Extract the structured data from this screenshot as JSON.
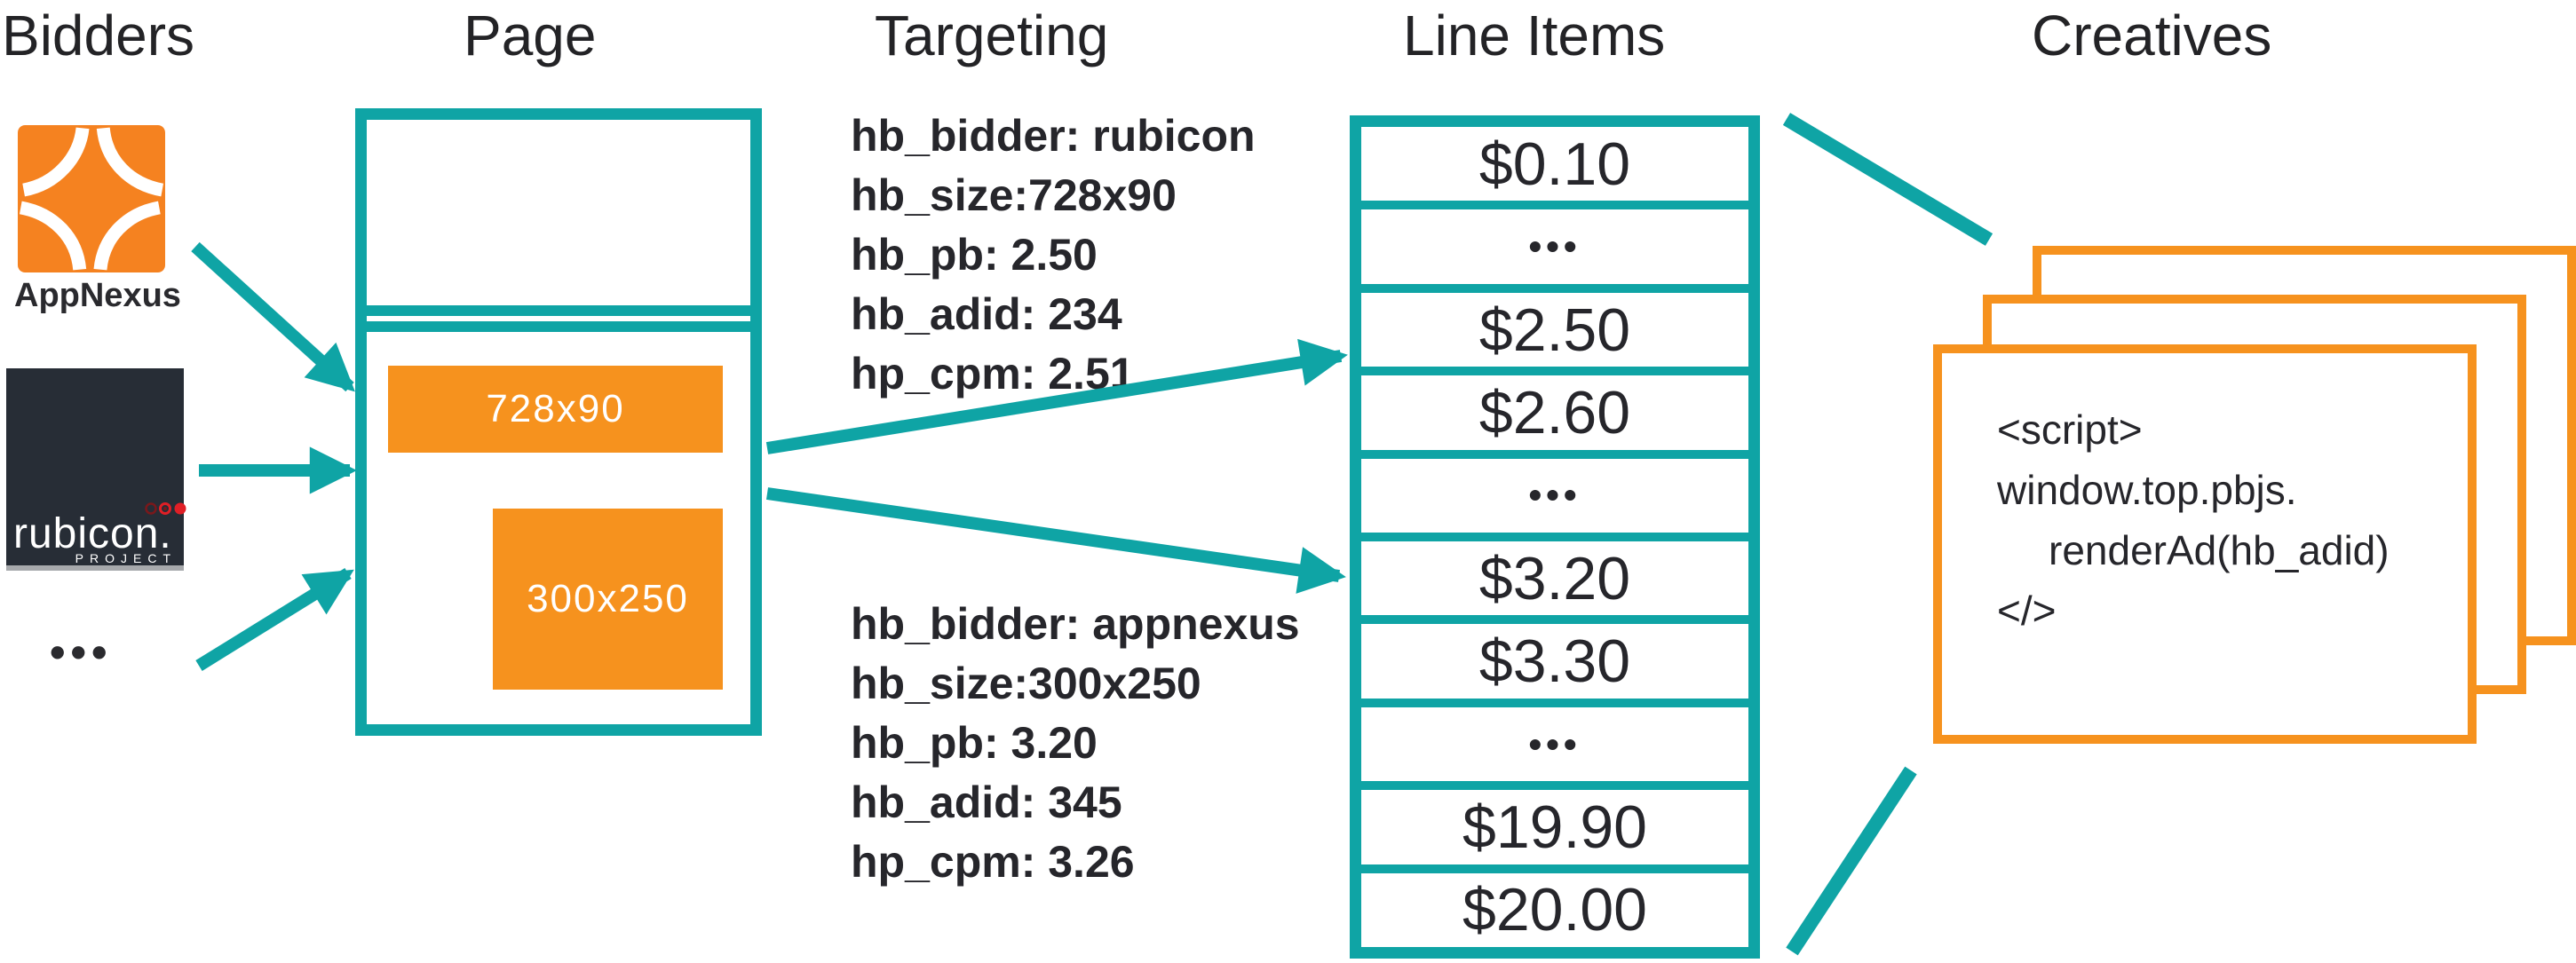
{
  "columns": {
    "bidders": "Bidders",
    "page": "Page",
    "targeting": "Targeting",
    "line_items": "Line Items",
    "creatives": "Creatives"
  },
  "bidders": {
    "appnexus_label": "AppNexus",
    "rubicon_wordmark": "rubicon.",
    "rubicon_sub": "PROJECT",
    "more": "•••"
  },
  "page": {
    "slot1": "728x90",
    "slot2": "300x250"
  },
  "targeting": {
    "rubicon": {
      "lines": [
        "hb_bidder: rubicon",
        "hb_size:728x90",
        "hb_pb: 2.50",
        "hb_adid: 234",
        "hp_cpm: 2.51"
      ]
    },
    "appnexus": {
      "lines": [
        "hb_bidder: appnexus",
        "hb_size:300x250",
        "hb_pb: 3.20",
        "hb_adid: 345",
        "hp_cpm: 3.26"
      ]
    }
  },
  "line_items": {
    "rows": [
      "$0.10",
      "•••",
      "$2.50",
      "$2.60",
      "•••",
      "$3.20",
      "$3.30",
      "•••",
      "$19.90",
      "$20.00"
    ]
  },
  "creatives": {
    "code_lines": [
      "<script>",
      "window.top.pbjs.",
      "renderAd(hb_adid)",
      "</>"
    ]
  },
  "colors": {
    "teal": "#0FA4A5",
    "orange": "#F6921E",
    "logo_orange": "#F58220",
    "rubicon_bg": "#272D36",
    "text_dark": "#26262B",
    "rubicon_red": "#E01F26"
  }
}
